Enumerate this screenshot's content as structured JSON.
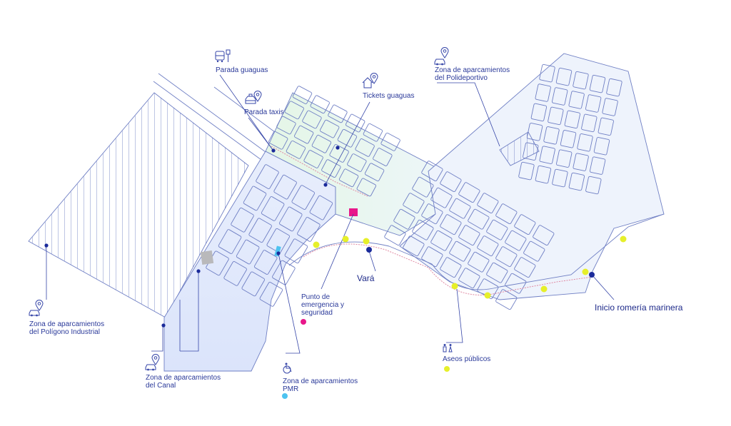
{
  "map": {
    "labels": {
      "parada_guaguas": "Parada guaguas",
      "parada_taxis": "Parada taxis",
      "tickets_guaguas": "Tickets guaguas",
      "polideportivo_1": "Zona de aparcamientos",
      "polideportivo_2": "del Polideportivo",
      "industrial_1": "Zona de aparcamientos",
      "industrial_2": "del Polígono Industrial",
      "canal_1": "Zona de aparcamientos",
      "canal_2": "del Canal",
      "pmr_1": "Zona de aparcamientos",
      "pmr_2": "PMR",
      "emergencia_1": "Punto de",
      "emergencia_2": "emergencia y",
      "emergencia_3": "seguridad",
      "vara": "Vará",
      "romeria": "Inicio romería marinera",
      "aseos": "Aseos públicos"
    },
    "colors": {
      "accent": "#2b3a9a",
      "blue_zone": "#dde6fb",
      "green_zone": "#e6f6e8",
      "emergency": "#e8178a",
      "toilets": "#e6ef2a",
      "pmr": "#4dc3f0",
      "point": "#1a2a9a"
    },
    "icons": [
      "bus-icon",
      "taxi-icon",
      "home-icon",
      "car-icon",
      "location-pin-icon",
      "wheelchair-icon",
      "toilet-icon"
    ]
  }
}
